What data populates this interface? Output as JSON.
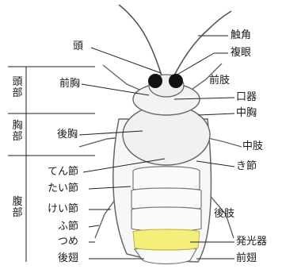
{
  "labels": {
    "head": "頭",
    "antenna": "触角",
    "compound_eye": "複眼",
    "prothorax": "前胸",
    "foreleg": "前肢",
    "mouthparts": "口器",
    "mesothorax": "中胸",
    "metathorax": "後胸",
    "midleg": "中肢",
    "spiracle": "き節",
    "trochanter": "てん節",
    "femur": "たい節",
    "tibia": "けい節",
    "tarsus": "ふ節",
    "claw": "つめ",
    "hindleg": "後肢",
    "lantern": "発光器",
    "hindwing": "後翅",
    "forewing": "前翅"
  },
  "regions": {
    "head_region": "頭部",
    "thorax_region": "胸部",
    "abdomen_region": "腹部"
  },
  "colors": {
    "lantern": "#f4ee7a",
    "outline": "#555555",
    "eye": "#111111"
  }
}
